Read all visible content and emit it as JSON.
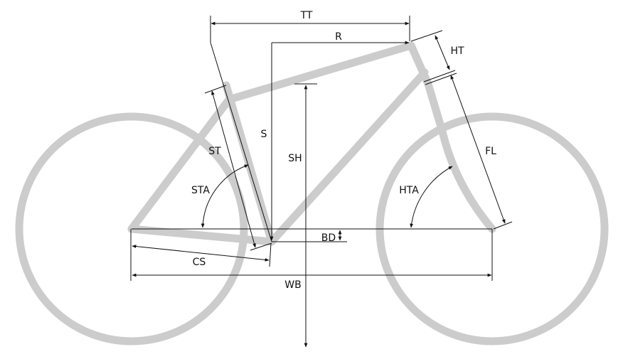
{
  "diagram": {
    "title": "Bicycle frame geometry",
    "colors": {
      "frame": "#cccccc",
      "dimension_lines": "#111111"
    },
    "labels": {
      "tt": "TT",
      "r": "R",
      "ht": "HT",
      "s": "S",
      "sh": "SH",
      "st": "ST",
      "fl": "FL",
      "sta": "STA",
      "hta": "HTA",
      "bd": "BD",
      "cs": "CS",
      "wb": "WB"
    }
  }
}
